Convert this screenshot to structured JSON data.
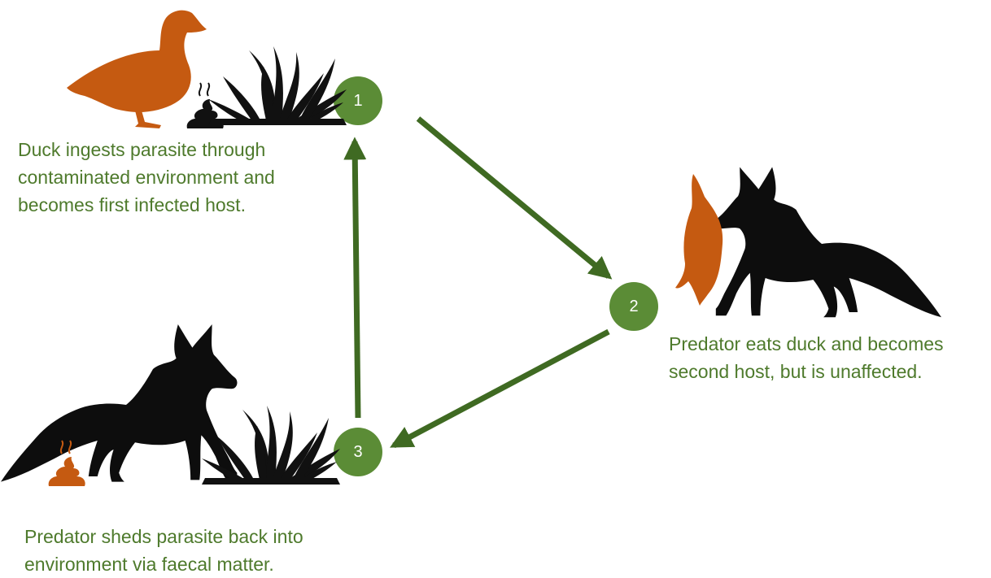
{
  "colors": {
    "green": "#4e7a2c",
    "circle": "#5b8c36",
    "arrow": "#3f6a22",
    "orange": "#c55a11",
    "silhouette": "#0d0d0d"
  },
  "steps": [
    {
      "number": "1",
      "caption_lines": [
        "Duck ingests parasite through",
        "contaminated environment and",
        "becomes first infected host."
      ]
    },
    {
      "number": "2",
      "caption_lines": [
        "Predator eats duck and becomes",
        "second host, but is unaffected."
      ]
    },
    {
      "number": "3",
      "caption_lines": [
        "Predator sheds parasite back into",
        "environment via faecal matter."
      ]
    }
  ],
  "icons": [
    "duck-icon",
    "dropping-icon",
    "grass-icon",
    "fox-icon",
    "fox-with-duck-icon"
  ]
}
